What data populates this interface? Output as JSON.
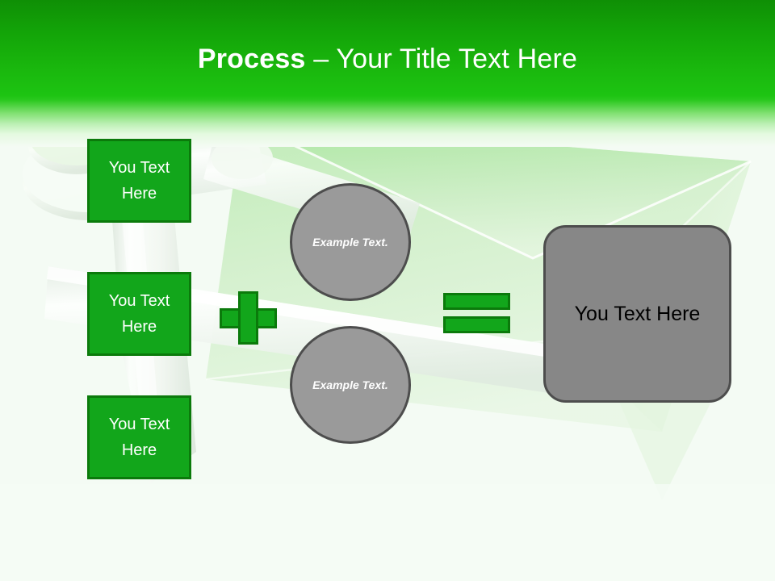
{
  "slide": {
    "title": {
      "bold_part": "Process",
      "separator": " – ",
      "light_part": "Your Title Text Here",
      "full": "Process – Your Title Text Here"
    },
    "background": {
      "page_color": "#f4fbf4",
      "header_top_color": "#0f8f05",
      "header_bright_color": "#1dc412",
      "artwork": "faucet-and-envelope-watermark"
    }
  },
  "inputs": {
    "boxes": [
      {
        "text": "You Text Here",
        "fill": "#12a61b",
        "border": "#0b7a0b"
      },
      {
        "text": "You Text Here",
        "fill": "#12a61b",
        "border": "#0b7a0b"
      },
      {
        "text": "You Text Here",
        "fill": "#12a61b",
        "border": "#0b7a0b"
      }
    ]
  },
  "operators": {
    "plus": {
      "symbol": "+",
      "color": "#12a61b"
    },
    "equals": {
      "symbol": "=",
      "color": "#12a61b"
    }
  },
  "circles": [
    {
      "text": "Example Text.",
      "fill": "#9a9a9a",
      "border": "#4d4d4d"
    },
    {
      "text": "Example Text.",
      "fill": "#9a9a9a",
      "border": "#4d4d4d"
    }
  ],
  "result": {
    "text": "You Text Here",
    "fill": "#878787",
    "border": "#4d4d4d",
    "text_color": "#000000"
  }
}
